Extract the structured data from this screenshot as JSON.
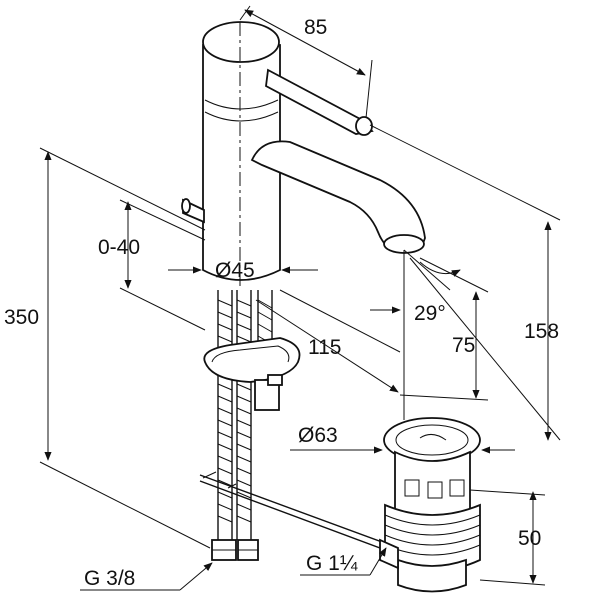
{
  "diagram": {
    "dimensions": {
      "lever_length": "85",
      "range_adjust": "0-40",
      "body_diameter": "Ø45",
      "total_height": "350",
      "spout_reach": "115",
      "spout_angle": "29°",
      "spout_height": "75",
      "overall_height": "158",
      "waste_diameter": "Ø63",
      "waste_height": "50",
      "hose_thread": "G 3/8",
      "waste_thread": "G 1¼"
    }
  }
}
